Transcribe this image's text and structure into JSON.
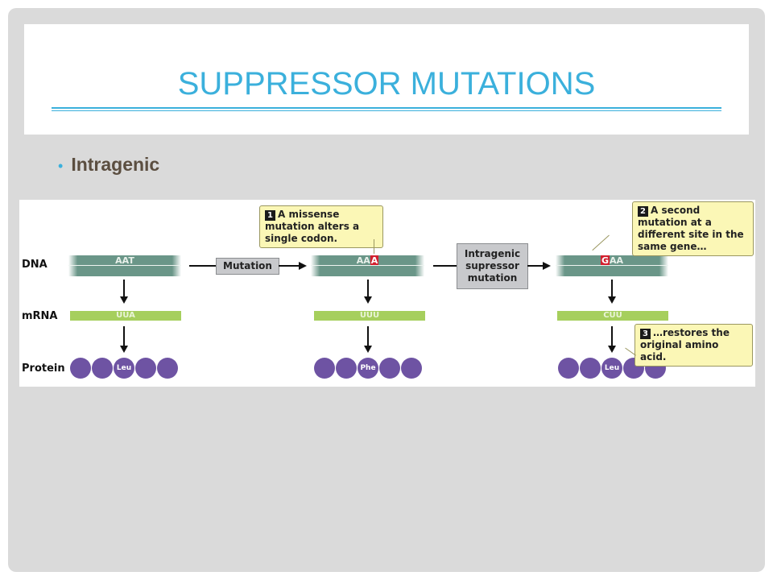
{
  "title": "SUPPRESSOR MUTATIONS",
  "bullet": "Intragenic",
  "figure": {
    "row_labels": {
      "dna": "DNA",
      "mrna": "mRNA",
      "protein": "Protein"
    },
    "columns": [
      {
        "dna_pre": "AAT",
        "dna_mut": "",
        "dna_post": "",
        "mrna": "UUA",
        "amino_acid": "Leu"
      },
      {
        "dna_pre": "AA",
        "dna_mut": "A",
        "dna_post": "",
        "mrna": "UUU",
        "amino_acid": "Phe"
      },
      {
        "dna_pre": "",
        "dna_mut": "G",
        "dna_post": "AA",
        "mrna": "CUU",
        "amino_acid": "Leu"
      }
    ],
    "step_boxes": {
      "mutation": "Mutation",
      "suppressor": "Intragenic supressor mutation"
    },
    "callouts": [
      {
        "num": "1",
        "text": "A missense mutation alters a single codon."
      },
      {
        "num": "2",
        "text": "A second mutation at a different site in the same gene…"
      },
      {
        "num": "3",
        "text": "…restores the original amino acid."
      }
    ]
  },
  "colors": {
    "title": "#3bb0dc",
    "dna": "#6a9688",
    "mrna": "#a6cf5d",
    "protein": "#6e53a3",
    "mutation": "#d21f2e",
    "callout": "#fbf7b6"
  }
}
